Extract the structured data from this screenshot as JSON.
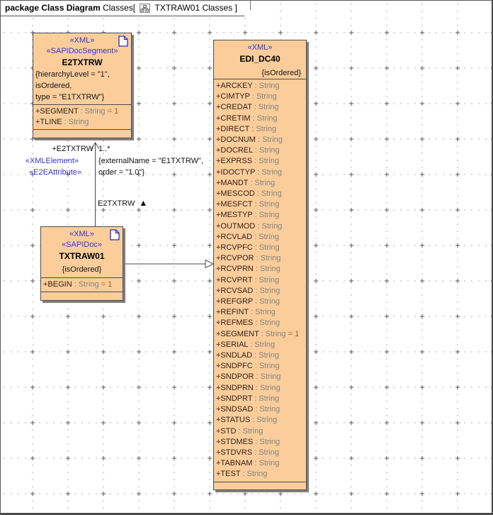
{
  "frame": {
    "title_bold": "package Class Diagram",
    "context": " Classes[ ",
    "diagram_name": " TXTRAW01 Classes ]",
    "icon": "class-diagram-icon"
  },
  "colors": {
    "class_fill": "#FACD9B",
    "class_border": "#4E4E4E",
    "stereotype_text": "#3636C8",
    "attribute_name": "#33201A",
    "attribute_type": "#84847C",
    "attribute_default": "#A8611C",
    "shadow": "#7F7F7F",
    "grid_dot": "#8F8F8F"
  },
  "classes": [
    {
      "id": "E2TXTRW",
      "stereotypes": [
        "«XML»",
        "«SAPIDocSegment»"
      ],
      "name": "E2TXTRW",
      "tag_lines": [
        "{hierarchyLevel = \"1\",",
        "isOrdered,",
        "type = \"E1TXTRW\"}"
      ],
      "attributes": [
        {
          "name": "+SEGMENT",
          "type": "String",
          "default": "1"
        },
        {
          "name": "+TLINE",
          "type": "String",
          "default": null
        }
      ],
      "note_icon": "document-icon"
    },
    {
      "id": "TXTRAW01",
      "stereotypes": [
        "«XML»",
        "«SAPIDoc»"
      ],
      "name": "TXTRAW01",
      "tag_center": "{isOrdered}",
      "attributes": [
        {
          "name": "+BEGIN",
          "type": "String",
          "default": "1"
        }
      ],
      "note_icon": "document-icon"
    },
    {
      "id": "EDI_DC40",
      "stereotypes": [
        "«XML»"
      ],
      "name": "EDI_DC40",
      "tag_right": "{isOrdered}",
      "attributes": [
        {
          "name": "+ARCKEY",
          "type": "String",
          "default": null
        },
        {
          "name": "+CIMTYP",
          "type": "String",
          "default": null
        },
        {
          "name": "+CREDAT",
          "type": "String",
          "default": null
        },
        {
          "name": "+CRETIM",
          "type": "String",
          "default": null
        },
        {
          "name": "+DIRECT",
          "type": "String",
          "default": null
        },
        {
          "name": "+DOCNUM",
          "type": "String",
          "default": null
        },
        {
          "name": "+DOCREL",
          "type": "String",
          "default": null
        },
        {
          "name": "+EXPRSS",
          "type": "String",
          "default": null
        },
        {
          "name": "+IDOCTYP",
          "type": "String",
          "default": null
        },
        {
          "name": "+MANDT",
          "type": "String",
          "default": null
        },
        {
          "name": "+MESCOD",
          "type": "String",
          "default": null
        },
        {
          "name": "+MESFCT",
          "type": "String",
          "default": null
        },
        {
          "name": "+MESTYP",
          "type": "String",
          "default": null
        },
        {
          "name": "+OUTMOD",
          "type": "String",
          "default": null
        },
        {
          "name": "+RCVLAD",
          "type": "String",
          "default": null
        },
        {
          "name": "+RCVPFC",
          "type": "String",
          "default": null
        },
        {
          "name": "+RCVPOR",
          "type": "String",
          "default": null
        },
        {
          "name": "+RCVPRN",
          "type": "String",
          "default": null
        },
        {
          "name": "+RCVPRT",
          "type": "String",
          "default": null
        },
        {
          "name": "+RCVSAD",
          "type": "String",
          "default": null
        },
        {
          "name": "+REFGRP",
          "type": "String",
          "default": null
        },
        {
          "name": "+REFINT",
          "type": "String",
          "default": null
        },
        {
          "name": "+REFMES",
          "type": "String",
          "default": null
        },
        {
          "name": "+SEGMENT",
          "type": "String",
          "default": "1"
        },
        {
          "name": "+SERIAL",
          "type": "String",
          "default": null
        },
        {
          "name": "+SNDLAD",
          "type": "String",
          "default": null
        },
        {
          "name": "+SNDPFC",
          "type": "String",
          "default": null
        },
        {
          "name": "+SNDPOR",
          "type": "String",
          "default": null
        },
        {
          "name": "+SNDPRN",
          "type": "String",
          "default": null
        },
        {
          "name": "+SNDPRT",
          "type": "String",
          "default": null
        },
        {
          "name": "+SNDSAD",
          "type": "String",
          "default": null
        },
        {
          "name": "+STATUS",
          "type": "String",
          "default": null
        },
        {
          "name": "+STD",
          "type": "String",
          "default": null
        },
        {
          "name": "+STDMES",
          "type": "String",
          "default": null
        },
        {
          "name": "+STDVRS",
          "type": "String",
          "default": null
        },
        {
          "name": "+TABNAM",
          "type": "String",
          "default": null
        },
        {
          "name": "+TEST",
          "type": "String",
          "default": null
        }
      ]
    }
  ],
  "association1": {
    "role": "+E2TXTRW",
    "multiplicity": "1..*",
    "stereotypes": [
      "«XMLElement»",
      "«E2EAttribute»"
    ],
    "constraint_lines": [
      "{externalName = \"E1TXTRW\",",
      "order = \"1.0\"}"
    ],
    "name": "E2TXTRW",
    "direction_icon": "up-triangle"
  }
}
